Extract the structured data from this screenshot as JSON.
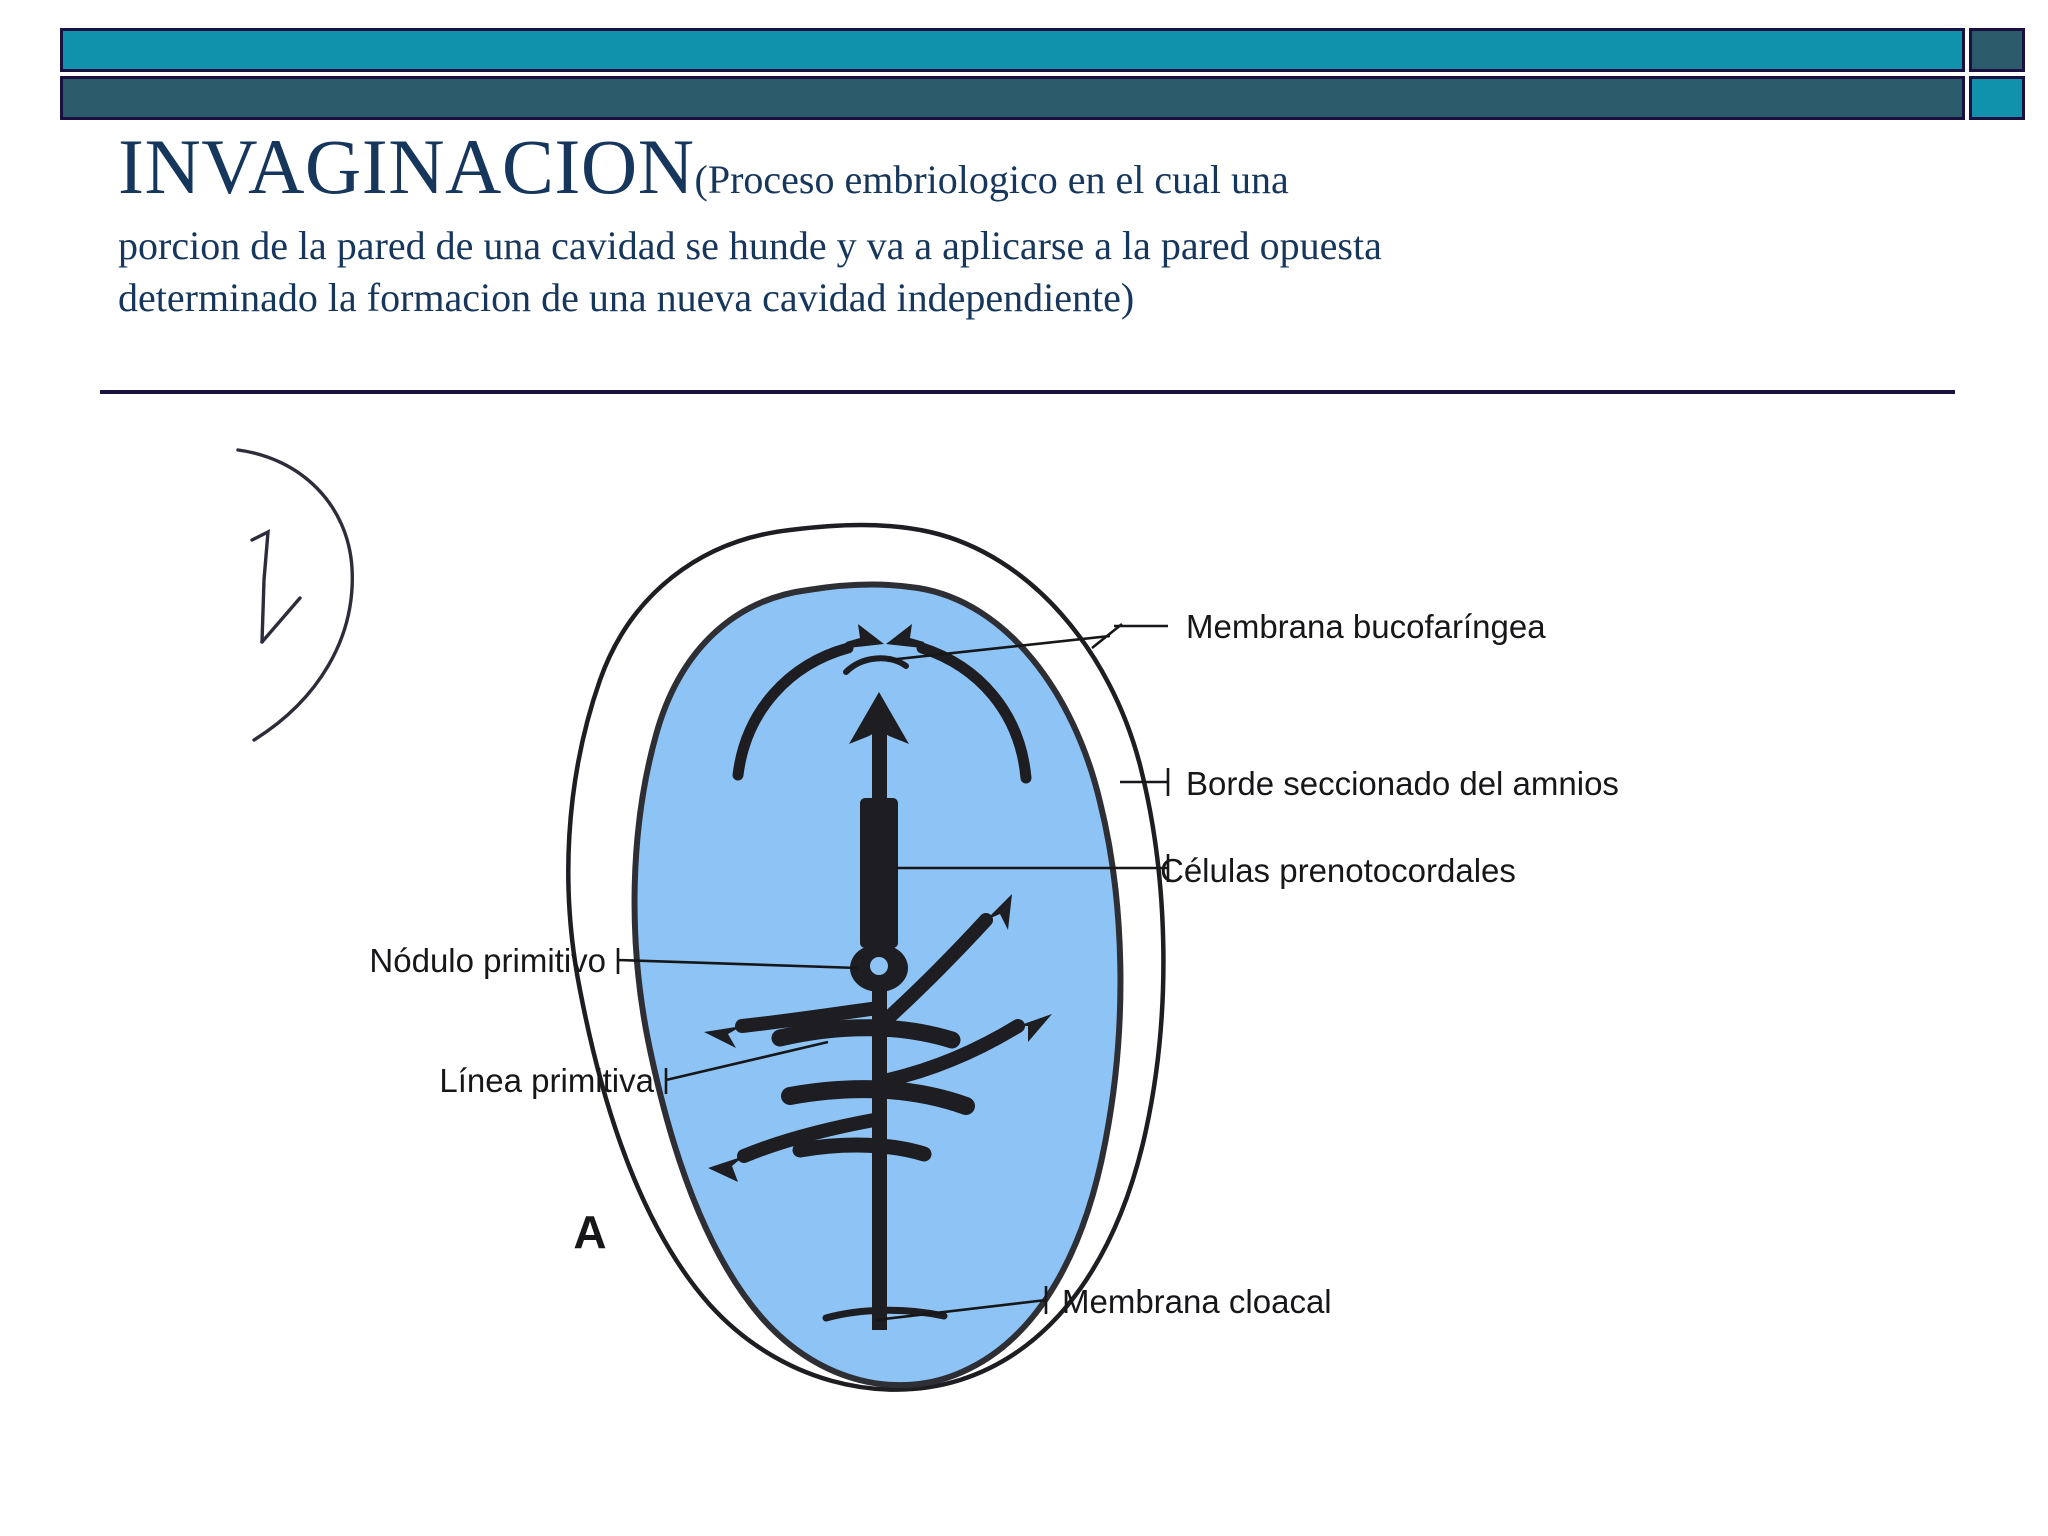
{
  "slide": {
    "header": {
      "bar_top_color": "#1091ac",
      "bar_bottom_color": "#2b5b6b",
      "border_color": "#1b1140"
    },
    "title": {
      "main": "INVAGINACION",
      "paren_start": "(Proceso embriologico en el cual una",
      "line2": "porcion de la pared de una cavidad se hunde y va a aplicarse a la pared opuesta",
      "line3": "determinado la formacion de una nueva cavidad independiente)",
      "color": "#16365c"
    },
    "rule_color": "#1b1140"
  },
  "figure": {
    "panel_label": "A",
    "disc_fill": "#8ec4f5",
    "ink_color": "#17171a",
    "hand_annotation": "2)",
    "labels_right": [
      {
        "id": "membrana-bucofaringea",
        "text": "Membrana bucofaríngea"
      },
      {
        "id": "borde-seccionado-del-amnios",
        "text": "Borde seccionado del amnios"
      },
      {
        "id": "celulas-prenotocordales",
        "text": "Células prenotocordales"
      },
      {
        "id": "membrana-cloacal",
        "text": "Membrana cloacal"
      }
    ],
    "labels_left": [
      {
        "id": "nodulo-primitivo",
        "text": "Nódulo primitivo"
      },
      {
        "id": "linea-primitiva",
        "text": "Línea primitiva"
      }
    ]
  }
}
